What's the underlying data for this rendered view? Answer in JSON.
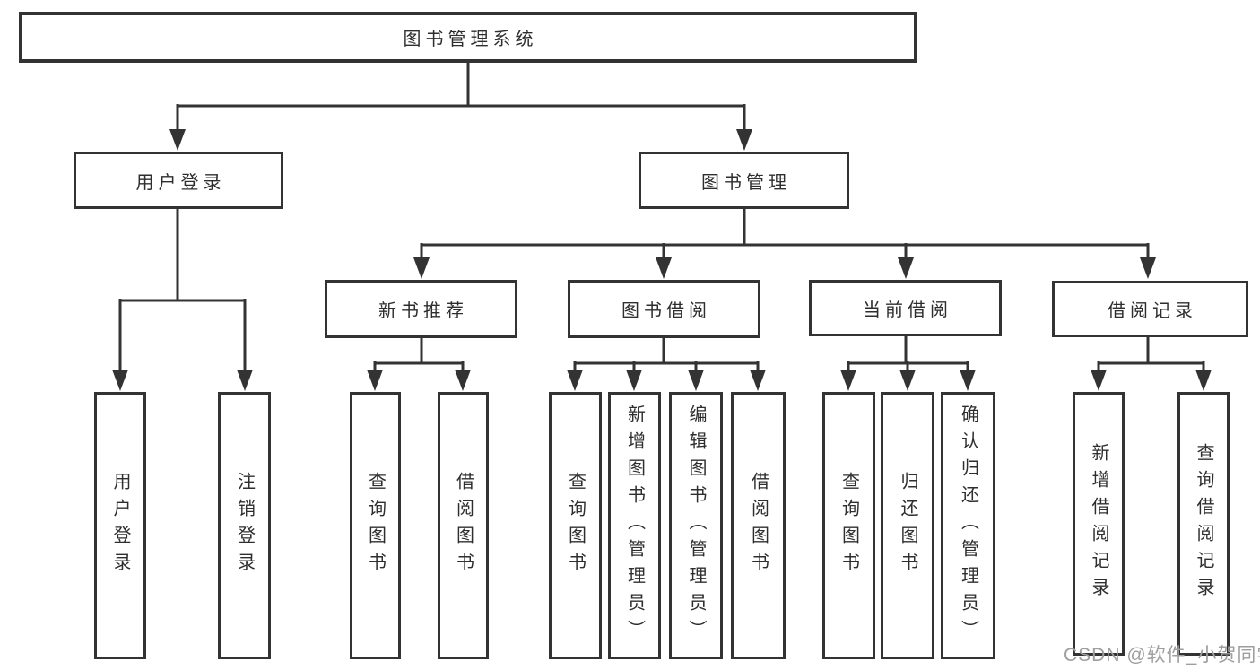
{
  "diagram": {
    "type": "hierarchy",
    "tree": {
      "label": "图书管理系统",
      "children": [
        {
          "label": "用户登录",
          "children": [
            {
              "label": "用户登录"
            },
            {
              "label": "注销登录"
            }
          ]
        },
        {
          "label": "图书管理",
          "children": [
            {
              "label": "新书推荐",
              "children": [
                {
                  "label": "查询图书"
                },
                {
                  "label": "借阅图书"
                }
              ]
            },
            {
              "label": "图书借阅",
              "children": [
                {
                  "label": "查询图书"
                },
                {
                  "label": "新增图书（管理员）"
                },
                {
                  "label": "编辑图书（管理员）"
                },
                {
                  "label": "借阅图书"
                }
              ]
            },
            {
              "label": "当前借阅",
              "children": [
                {
                  "label": "查询图书"
                },
                {
                  "label": "归还图书"
                },
                {
                  "label": "确认归还（管理员）"
                }
              ]
            },
            {
              "label": "借阅记录",
              "children": [
                {
                  "label": "新增借阅记录"
                },
                {
                  "label": "查询借阅记录"
                }
              ]
            }
          ]
        }
      ]
    }
  },
  "watermark": {
    "text": "CSDN @软件_小贺同学",
    "color": "#9e9e9e"
  },
  "colors": {
    "line": "#333333",
    "box_border": "#333333",
    "text": "#2e2e2e",
    "background": "#ffffff"
  }
}
